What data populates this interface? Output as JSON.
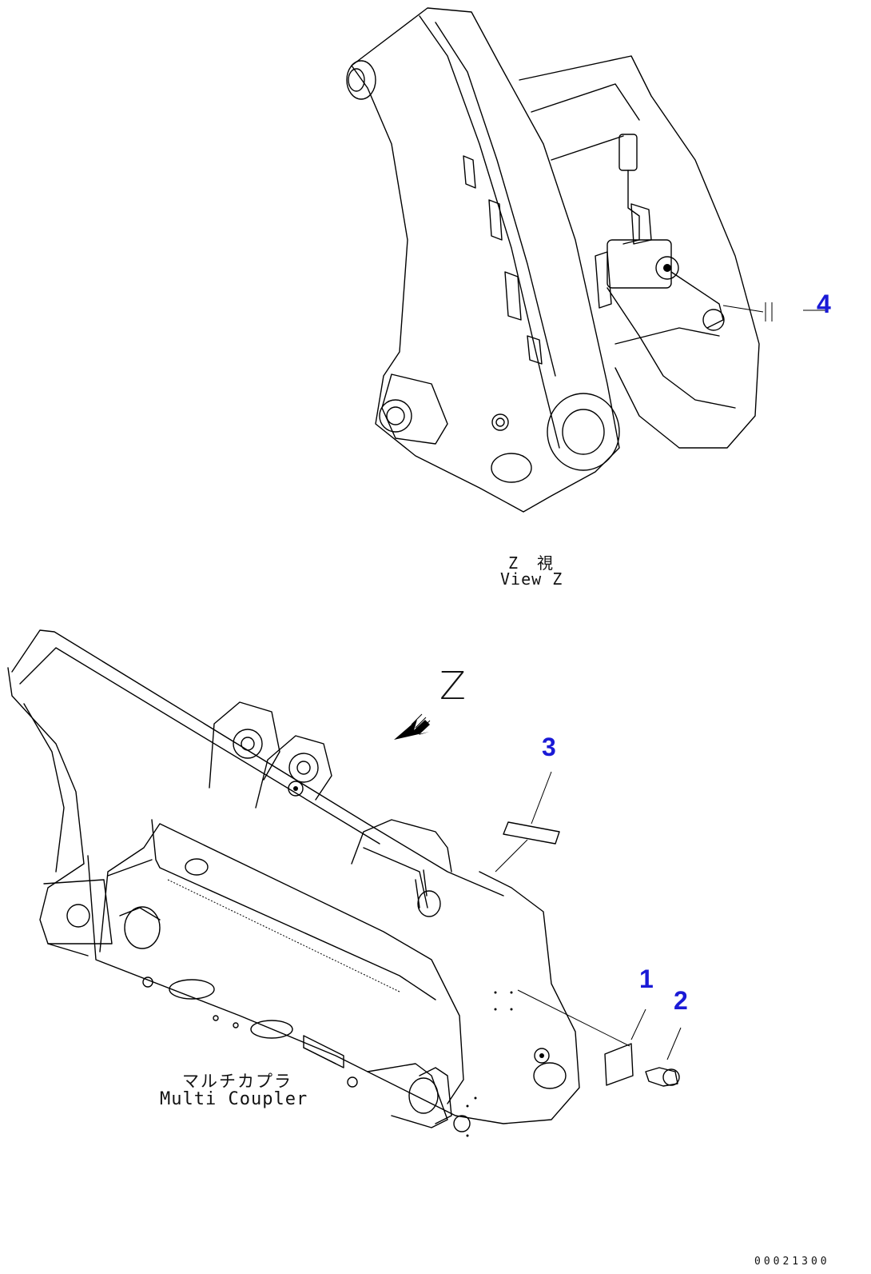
{
  "callouts": {
    "part_1": "1",
    "part_2": "2",
    "part_3": "3",
    "part_4": "4"
  },
  "view_label": {
    "japanese": "Z　視",
    "english": "View Z"
  },
  "arrow_label": "Z",
  "assembly_label": {
    "japanese": "マルチカプラ",
    "english": "Multi Coupler"
  },
  "drawing_number": "00021300",
  "colors": {
    "callout": "#1a1ad6",
    "line": "#000000",
    "background": "#ffffff"
  }
}
